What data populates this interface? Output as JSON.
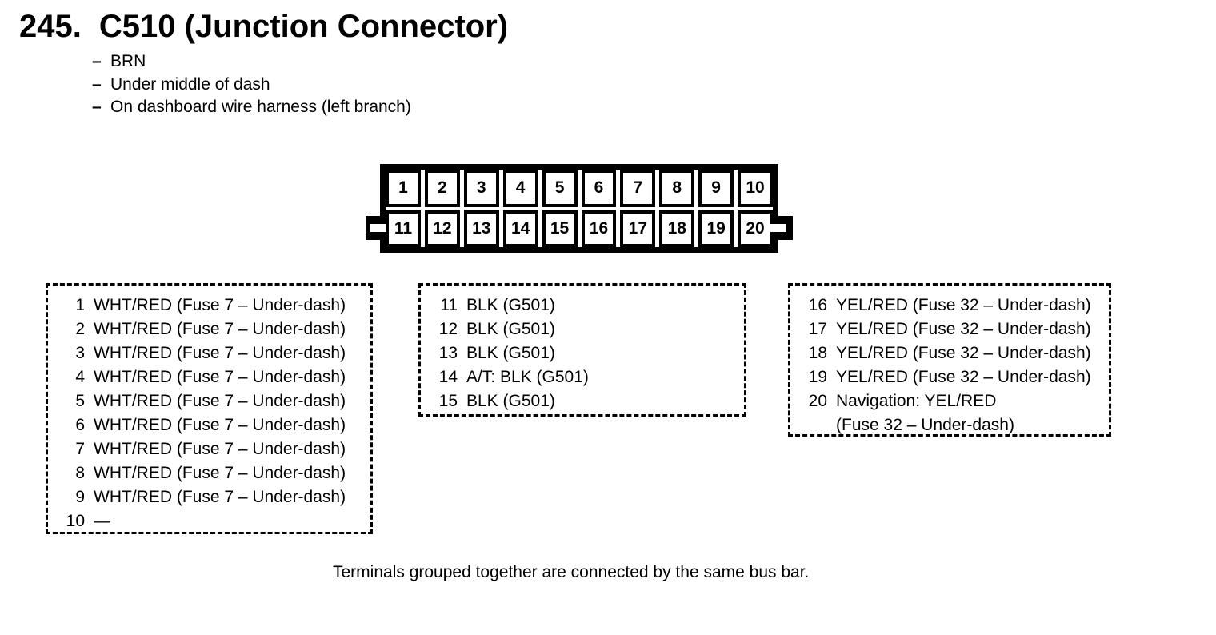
{
  "page": {
    "title_number": "245.",
    "title": "C510 (Junction Connector)",
    "bullet_marker": "–",
    "bullets": [
      "BRN",
      "Under middle of dash",
      "On dashboard wire harness (left branch)"
    ],
    "footer": "Terminals grouped together are connected by the same bus bar.",
    "colors": {
      "ink": "#000000",
      "paper": "#ffffff"
    }
  },
  "connector": {
    "name": "C510",
    "rows": [
      [
        "1",
        "2",
        "3",
        "4",
        "5",
        "6",
        "7",
        "8",
        "9",
        "10"
      ],
      [
        "11",
        "12",
        "13",
        "14",
        "15",
        "16",
        "17",
        "18",
        "19",
        "20"
      ]
    ]
  },
  "pin_groups": [
    {
      "pins": [
        {
          "pin": "1",
          "label": "WHT/RED (Fuse 7 – Under-dash)"
        },
        {
          "pin": "2",
          "label": "WHT/RED (Fuse 7 – Under-dash)"
        },
        {
          "pin": "3",
          "label": "WHT/RED (Fuse 7 – Under-dash)"
        },
        {
          "pin": "4",
          "label": "WHT/RED (Fuse 7 – Under-dash)"
        },
        {
          "pin": "5",
          "label": "WHT/RED (Fuse 7 – Under-dash)"
        },
        {
          "pin": "6",
          "label": "WHT/RED (Fuse 7 – Under-dash)"
        },
        {
          "pin": "7",
          "label": "WHT/RED (Fuse 7 – Under-dash)"
        },
        {
          "pin": "8",
          "label": "WHT/RED (Fuse 7 – Under-dash)"
        },
        {
          "pin": "9",
          "label": "WHT/RED (Fuse 7 – Under-dash)"
        },
        {
          "pin": "10",
          "label": "—"
        }
      ]
    },
    {
      "pins": [
        {
          "pin": "11",
          "label": "BLK (G501)"
        },
        {
          "pin": "12",
          "label": "BLK (G501)"
        },
        {
          "pin": "13",
          "label": "BLK (G501)"
        },
        {
          "pin": "14",
          "label": "A/T: BLK (G501)"
        },
        {
          "pin": "15",
          "label": "BLK (G501)"
        }
      ]
    },
    {
      "pins": [
        {
          "pin": "16",
          "label": "YEL/RED (Fuse 32 – Under-dash)"
        },
        {
          "pin": "17",
          "label": "YEL/RED (Fuse 32 – Under-dash)"
        },
        {
          "pin": "18",
          "label": "YEL/RED (Fuse 32 – Under-dash)"
        },
        {
          "pin": "19",
          "label": "YEL/RED (Fuse 32 – Under-dash)"
        },
        {
          "pin": "20",
          "label": "Navigation: YEL/RED",
          "label2": "(Fuse 32 – Under-dash)"
        }
      ]
    }
  ]
}
